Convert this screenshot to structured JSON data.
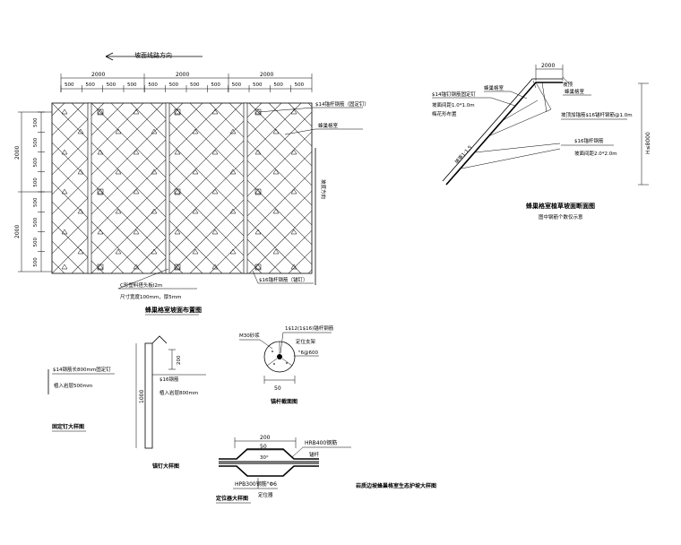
{
  "plan": {
    "direction_label": "坡面线路方向",
    "dim_top": [
      "2000",
      "2000",
      "2000"
    ],
    "dim_sub": [
      "500",
      "500",
      "500",
      "500",
      "500",
      "500",
      "500",
      "500",
      "500",
      "500",
      "500",
      "500"
    ],
    "dim_left_big": [
      "2000",
      "2000"
    ],
    "dim_left_small": [
      "500",
      "500",
      "500",
      "500",
      "500",
      "500",
      "500",
      "500"
    ],
    "callout_anchor": "$14锚杆钢筋（固定钉）",
    "callout_cell": "蜂巢格室",
    "side_label": "坡度方向",
    "callout_joint_1": "C形塑料搭头板l2m",
    "callout_joint_2": "尺寸宽度100mm，厚5mm",
    "callout_bolt16": "$16锚杆钢筋（锚钉）",
    "title": "蜂巢格室坡面布置图"
  },
  "section": {
    "dim_top": "2000",
    "lbl_top1": "坡顶",
    "lbl_top2": "蜂巢格室",
    "lbl_cell": "蜂巢格室",
    "lbl_fix1": "$14锚钉钢筋固定钉",
    "lbl_fix2": "坡面间距1.0*1.0m",
    "lbl_fix3": "梅花形布置",
    "lbl_add": "坡顶加锚筋$16锚杆钢筋@1.0m",
    "lbl_bolt16": "$16锚杆钢筋",
    "lbl_bolt16_sp": "坡面间距2.0*2.0m",
    "slope": "坡率1:1.5",
    "height": "H≤8000",
    "title": "蜂巢格室植草坡面断面图",
    "note": "图中钢筋个数仅示意"
  },
  "nail": {
    "lbl1": "$14钢筋长800mm固定钉",
    "lbl2": "植入岩层500mm",
    "title": "固定钉大样图"
  },
  "anchor": {
    "dim_200": "200",
    "dim_1000": "1000",
    "lbl1": "$16钢筋",
    "lbl2": "植入岩层800mm",
    "title": "锚钉大样图"
  },
  "bolt_section": {
    "lbl_grout": "M30砂浆",
    "lbl_bar": "1$12(1$16)锚杆钢筋",
    "lbl_spacer1": "定位支架",
    "lbl_spacer2": "\"6@600",
    "dim": "50",
    "title": "锚杆截面图"
  },
  "locator": {
    "dim_200": "200",
    "dim_50": "50",
    "dim_angle": "30°",
    "lbl_hrb": "HRB400钢筋",
    "lbl_bolt": "锚杆",
    "lbl_hpb": "HPB300钢筋\"Φ6",
    "lbl_loc": "定位器",
    "title": "定位器大样图"
  },
  "main_title": "岩质边坡蜂巢格室生态护坡大样图"
}
